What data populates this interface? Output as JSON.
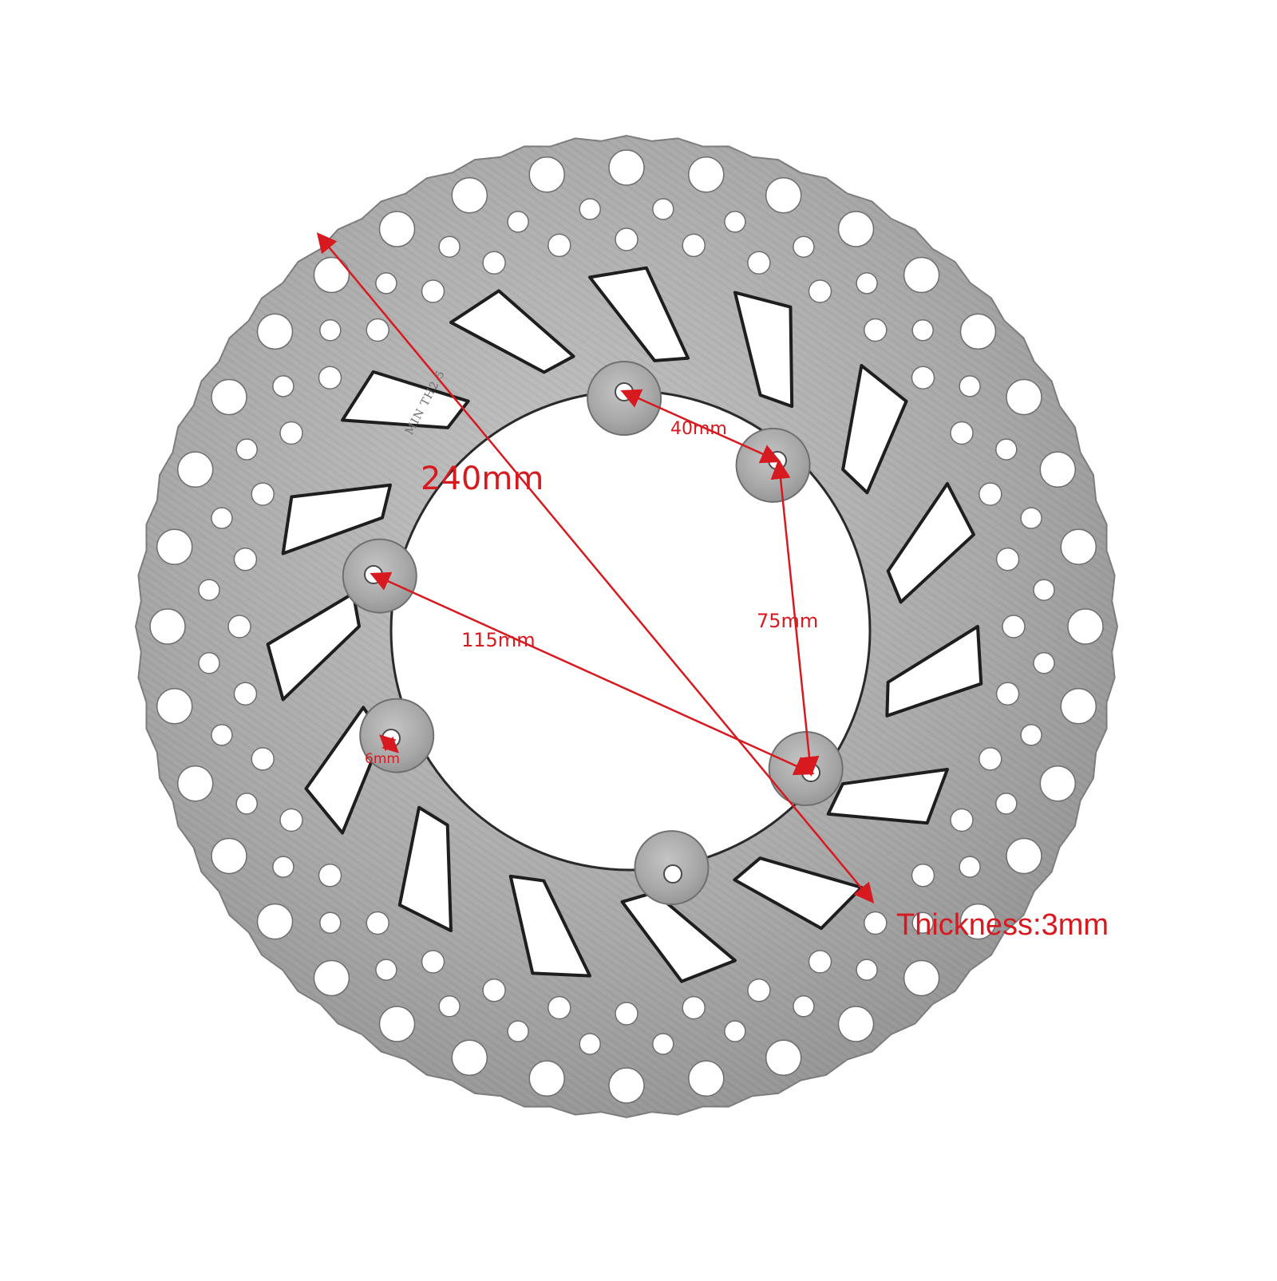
{
  "product": {
    "name": "motorcycle brake disc rotor",
    "stamp_text": "MIN TH2.5"
  },
  "dimensions": {
    "outer_diameter": "240mm",
    "bolt_spacing_adjacent": "40mm",
    "bolt_spacing_side": "75mm",
    "bolt_spacing_diagonal": "115mm",
    "bolt_hole": "6mm",
    "thickness": "Thickness:3mm"
  },
  "colors": {
    "annotation": "#d71920",
    "metal": "#a9a9a9",
    "metal_dark": "#7a7a7a",
    "background": "#ffffff"
  }
}
